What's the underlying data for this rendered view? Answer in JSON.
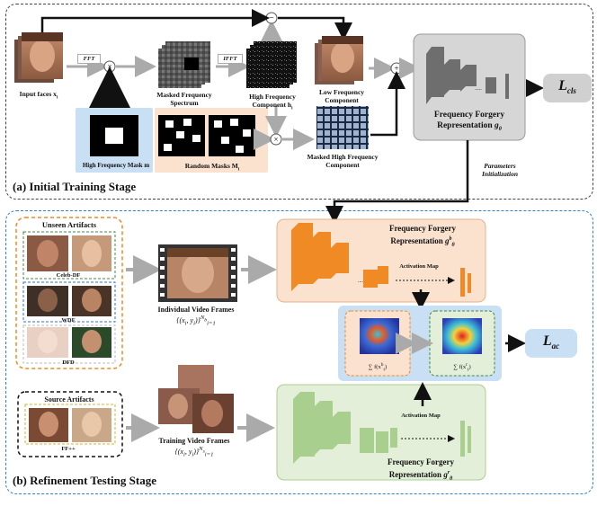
{
  "stages": {
    "initial": "(a) Initial Training Stage",
    "refinement": "(b) Refinement Testing Stage"
  },
  "labels": {
    "input_faces": "Input faces x",
    "input_faces_sub": "i",
    "fft": "FFT",
    "ifft": "IFFT",
    "masked_spectrum_1": "Masked Frequency",
    "masked_spectrum_2": "Spectrum",
    "hf_component_1": "High Frequency",
    "hf_component_2": "Component h",
    "hf_component_sub": "i",
    "lf_component_1": "Low Frequency",
    "lf_component_2": "Component",
    "hf_mask": "High Frequency Mask m",
    "random_masks": "Random Masks M",
    "random_masks_sub": "i",
    "masked_hf_1": "Masked High Frequency",
    "masked_hf_2": "Component",
    "freq_repr_1": "Frequency Forgery",
    "freq_repr_2": "Representation",
    "g_theta": "g",
    "params_init_1": "Parameters",
    "params_init_2": "Initialization",
    "unseen_artifacts": "Unseen Artifacts",
    "celeb_df": "Celeb-DF",
    "wdf": "WDF",
    "dfd": "DFD",
    "individual_frames": "Individual Video Frames",
    "individual_formula": "{(x",
    "activation_map": "Activation Map",
    "source_artifacts": "Source Artifacts",
    "ff_pp": "FF++",
    "training_frames": "Training Video Frames",
    "sum_fb": "∑ f(x",
    "sum_fr": "∑ f(x"
  },
  "losses": {
    "cls": "L",
    "cls_sub": "cls",
    "ac": "L",
    "ac_sub": "ac"
  },
  "colors": {
    "orange": "#f08a24",
    "green": "#a8cf8e",
    "grey_block": "#6e6e6e",
    "blue_panel": "#c9dff3",
    "pink_panel": "#fbe2cf",
    "green_panel": "#e3efd9"
  }
}
